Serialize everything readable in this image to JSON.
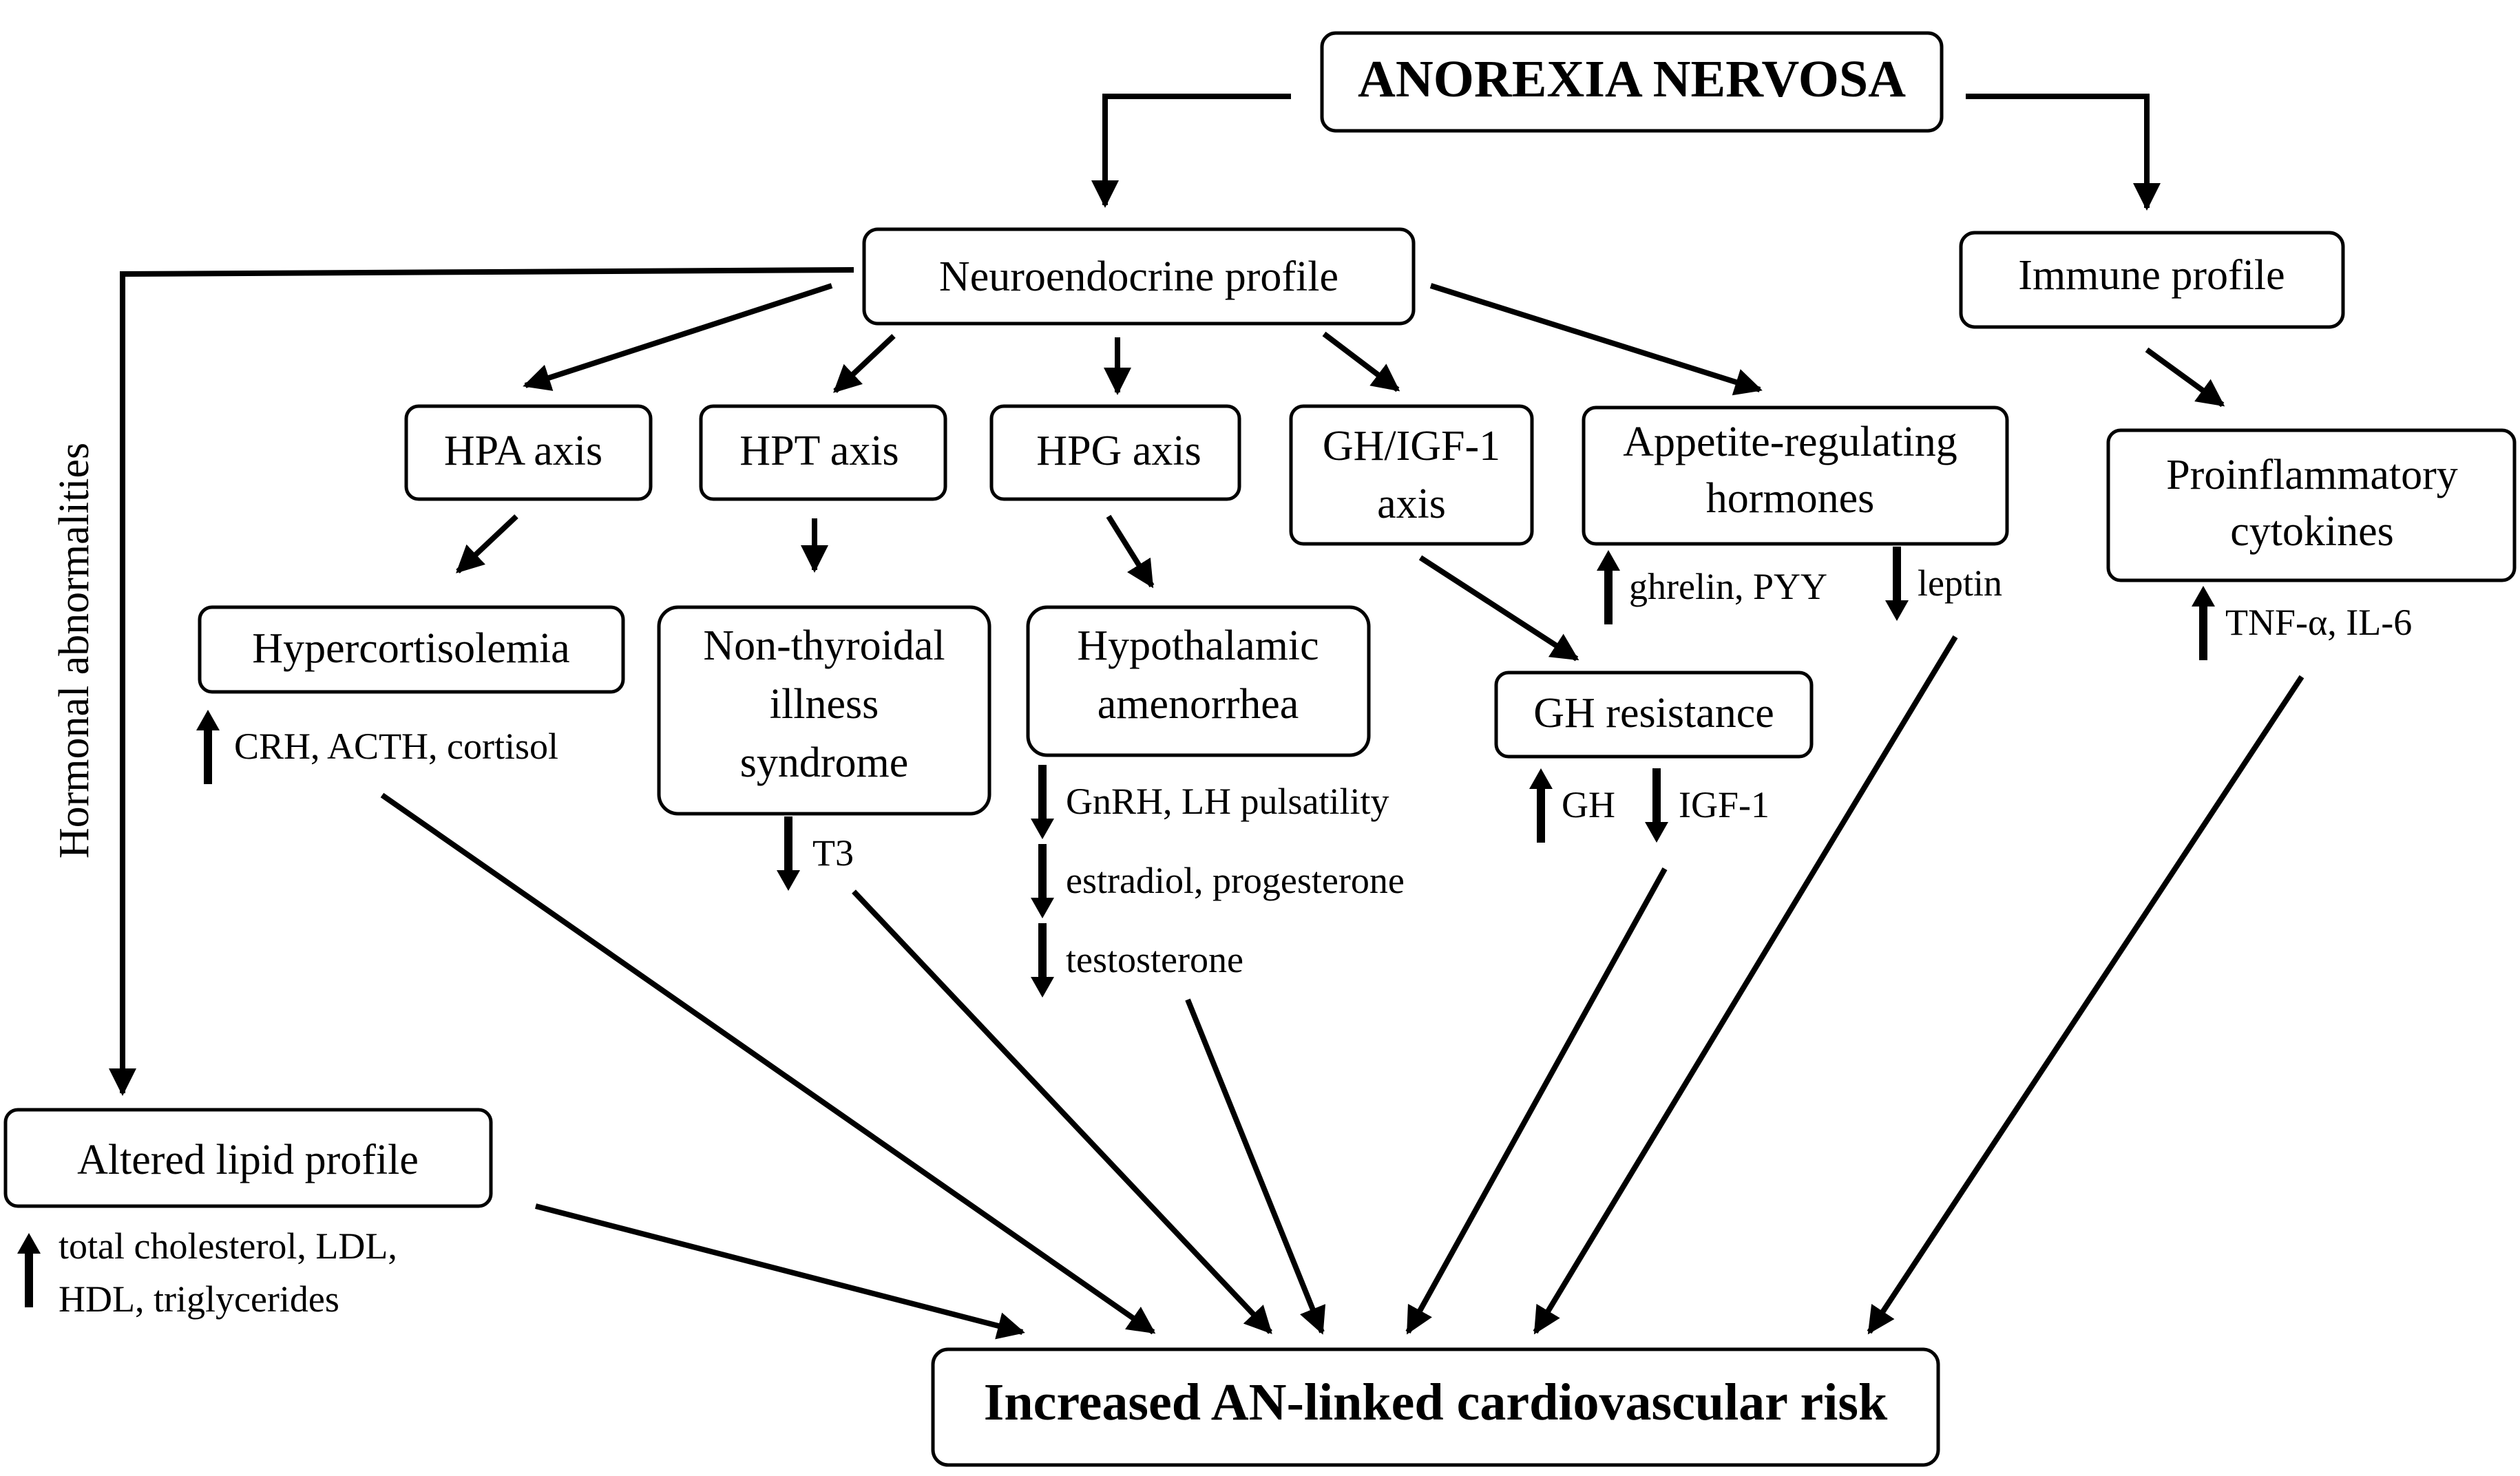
{
  "title": "ANOREXIA NERVOSA",
  "outcome": "Increased AN-linked cardiovascular risk",
  "side_label": "Hormonal abnormalities",
  "profiles": {
    "neuroendocrine": "Neuroendocrine profile",
    "immune": "Immune profile"
  },
  "axes": {
    "hpa": "HPA axis",
    "hpt": "HPT axis",
    "hpg": "HPG axis",
    "gh_igf1": [
      "GH/IGF-1",
      "axis"
    ],
    "appetite": [
      "Appetite-regulating",
      "hormones"
    ]
  },
  "conditions": {
    "hypercortisolemia": "Hypercortisolemia",
    "non_thyroidal": [
      "Non-thyroidal",
      "illness",
      "syndrome"
    ],
    "hypothalamic": [
      "Hypothalamic",
      "amenorrhea"
    ],
    "gh_resistance": "GH resistance",
    "cytokines": [
      "Proinflammatory",
      "cytokines"
    ],
    "lipid": "Altered lipid profile"
  },
  "markers": {
    "hpa": "CRH, ACTH, cortisol",
    "hpt": "T3",
    "hpg": [
      "GnRH, LH pulsatility",
      "estradiol, progesterone",
      "testosterone"
    ],
    "gh_up": "GH",
    "gh_down": "IGF-1",
    "appetite_up": "ghrelin,  PYY",
    "appetite_down": "leptin",
    "cytokines": "TNF-α, IL-6",
    "lipid": [
      "total cholesterol, LDL,",
      "HDL, triglycerides"
    ]
  },
  "indicators": {
    "up": "up-arrow-icon",
    "down": "down-arrow-icon"
  },
  "colors": {
    "line": "#000000",
    "background": "#ffffff"
  }
}
